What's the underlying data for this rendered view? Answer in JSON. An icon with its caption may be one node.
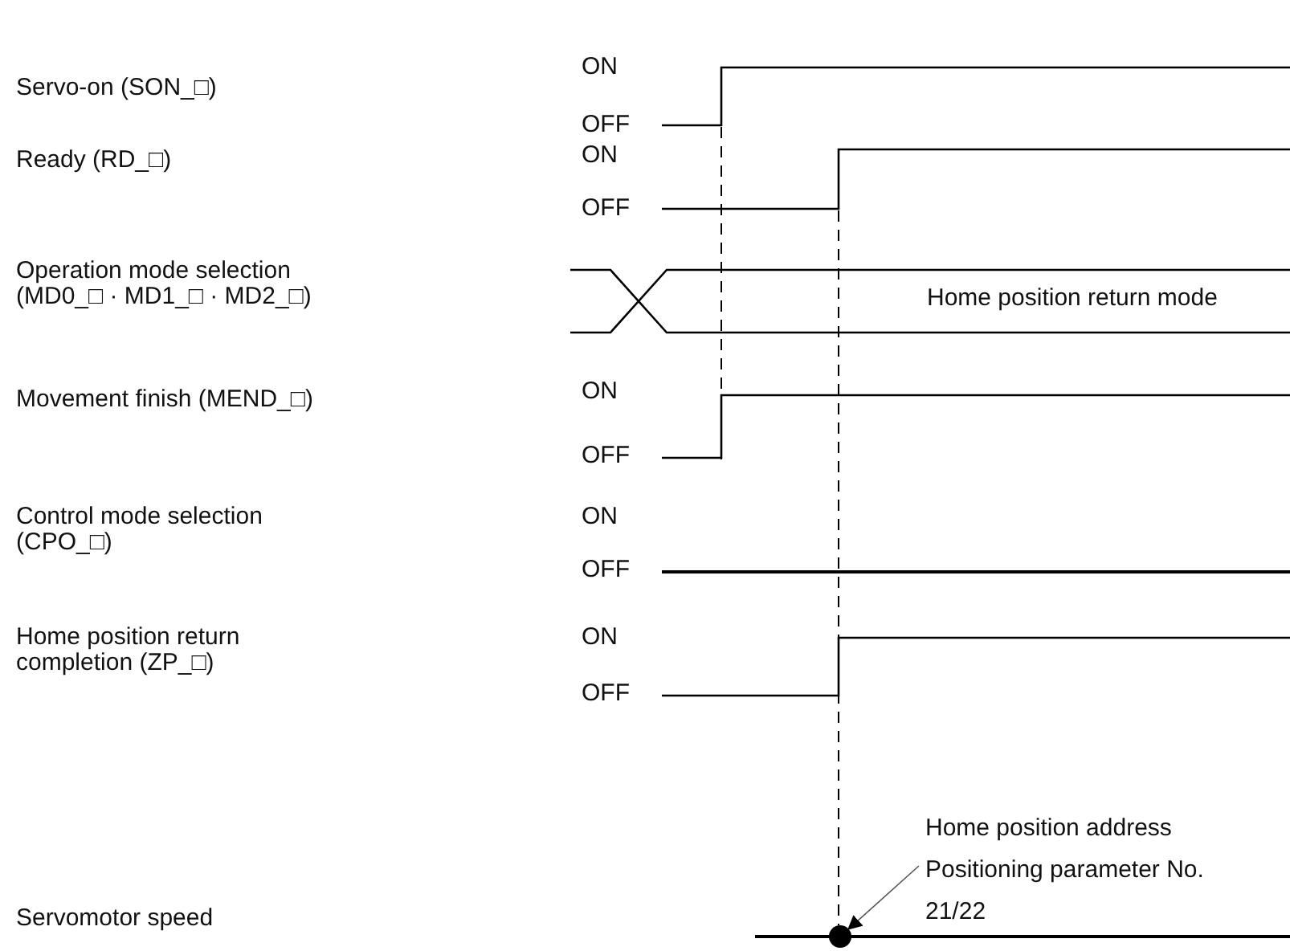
{
  "diagram": {
    "nodes": [
      {
        "text": [
          "Home position address Positioning parameter No. 21/22"
        ]
      },
      {
        "text": [],
        "shape": "circle"
      }
    ],
    "edges": [
      {
        "from": 0,
        "to": 1,
        "arrow": "to"
      }
    ],
    "labels": [
      "ON",
      "Servo-on (SON_□)",
      "OFF",
      "ON",
      "Ready (RD_□)",
      "OFF",
      "Operation mode selection (MD0_□ · MD1_□ · MD2_□)",
      "Home position return mode",
      "ON",
      "Movement finish (MEND_□)",
      "OFF",
      "Control mode selection (CPO_□)",
      "ON",
      "OFF",
      "Home position return completion (ZP_□)",
      "ON",
      "OFF",
      "Servomotor speed"
    ]
  }
}
